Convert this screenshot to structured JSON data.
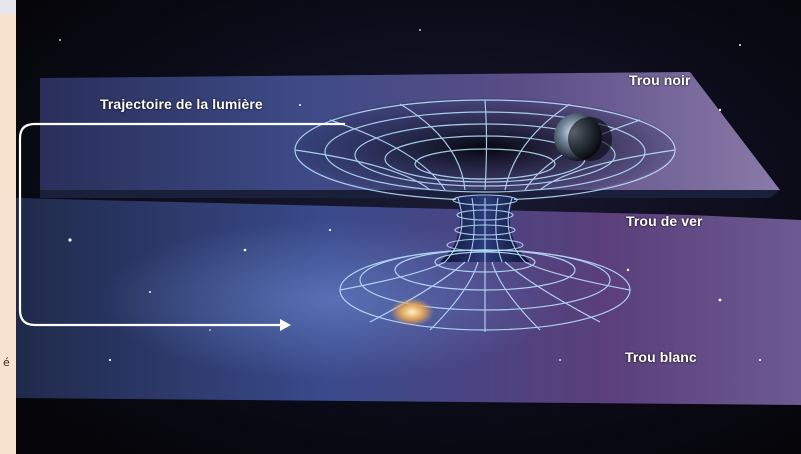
{
  "figure": {
    "labels": {
      "light_path": "Trajectoire de la lumière",
      "black_hole": "Trou noir",
      "wormhole": "Trou de ver",
      "white_hole": "Trou blanc"
    }
  },
  "page_edge": {
    "glyph": "é"
  },
  "colors": {
    "space_dark": "#0b0b16",
    "nebula_blue": "#3a4a8c",
    "nebula_purple": "#5a3f7a",
    "grid_line": "#bfe6ff",
    "light_path": "#ffffff",
    "page_margin": "#f7e1cf"
  }
}
